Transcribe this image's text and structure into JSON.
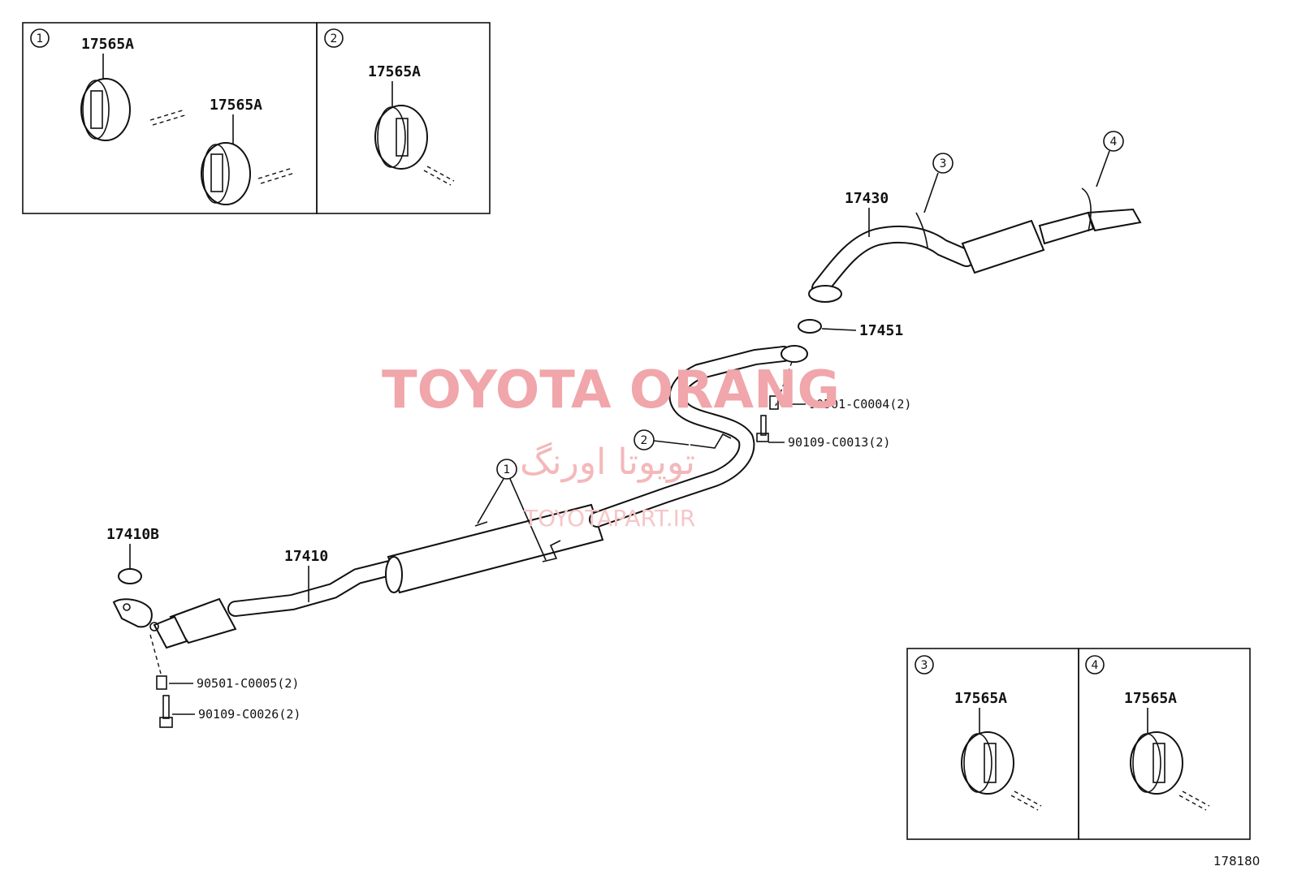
{
  "watermark": {
    "brand": "TOYOTA ORANG",
    "brand_fa": "تویوتا اورنگ",
    "site": "TOYOTAPART.IR"
  },
  "figure_number": "178180",
  "inset_panels": [
    {
      "callout": "1",
      "parts": [
        "17565A",
        "17565A"
      ]
    },
    {
      "callout": "2",
      "parts": [
        "17565A"
      ]
    },
    {
      "callout": "3",
      "parts": [
        "17565A"
      ]
    },
    {
      "callout": "4",
      "parts": [
        "17565A"
      ]
    }
  ],
  "main_parts": {
    "tailpipe": "17430",
    "gasket_rear": "17451",
    "spring_front_mid": "90501-C0004(2)",
    "bolt_mid": "90109-C0013(2)",
    "front_pipe": "17410",
    "gasket_front": "17410B",
    "spring_front": "90501-C0005(2)",
    "bolt_front": "90109-C0026(2)"
  },
  "callouts_main": [
    "1",
    "2",
    "3",
    "4"
  ]
}
